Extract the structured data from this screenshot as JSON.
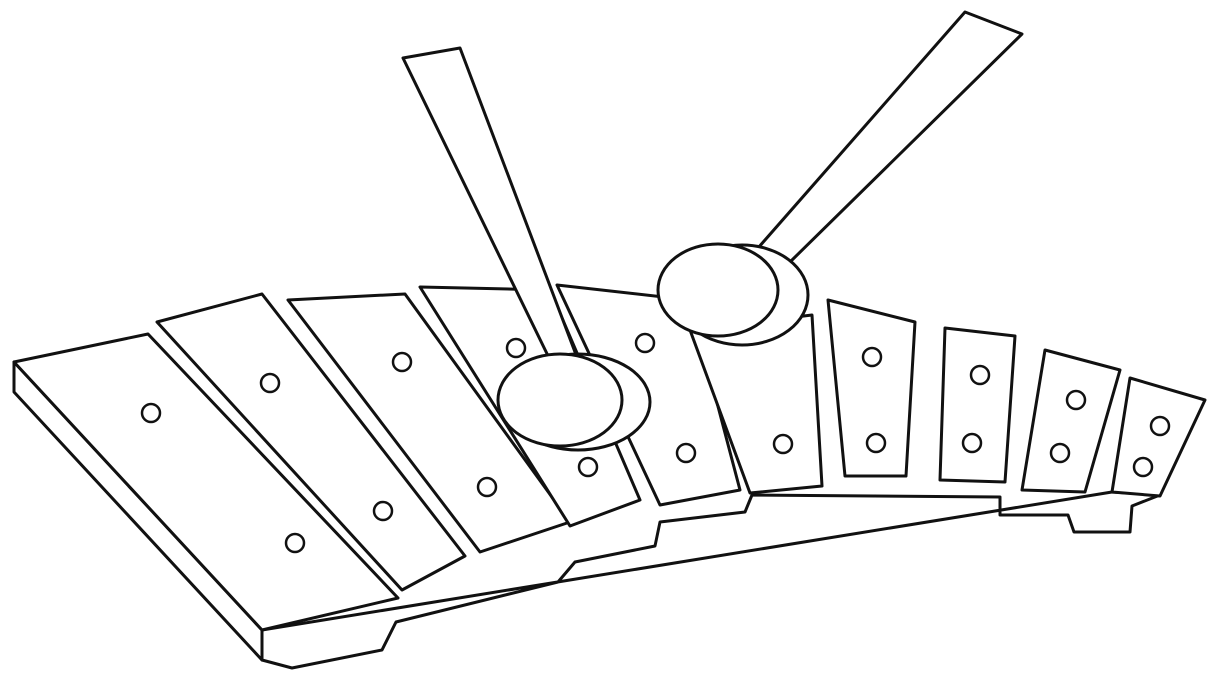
{
  "image": {
    "subject": "xylophone-line-drawing",
    "colors": {
      "background": "#ffffff",
      "line": "#111111"
    },
    "bar_count": 10,
    "mallet_count": 2
  }
}
